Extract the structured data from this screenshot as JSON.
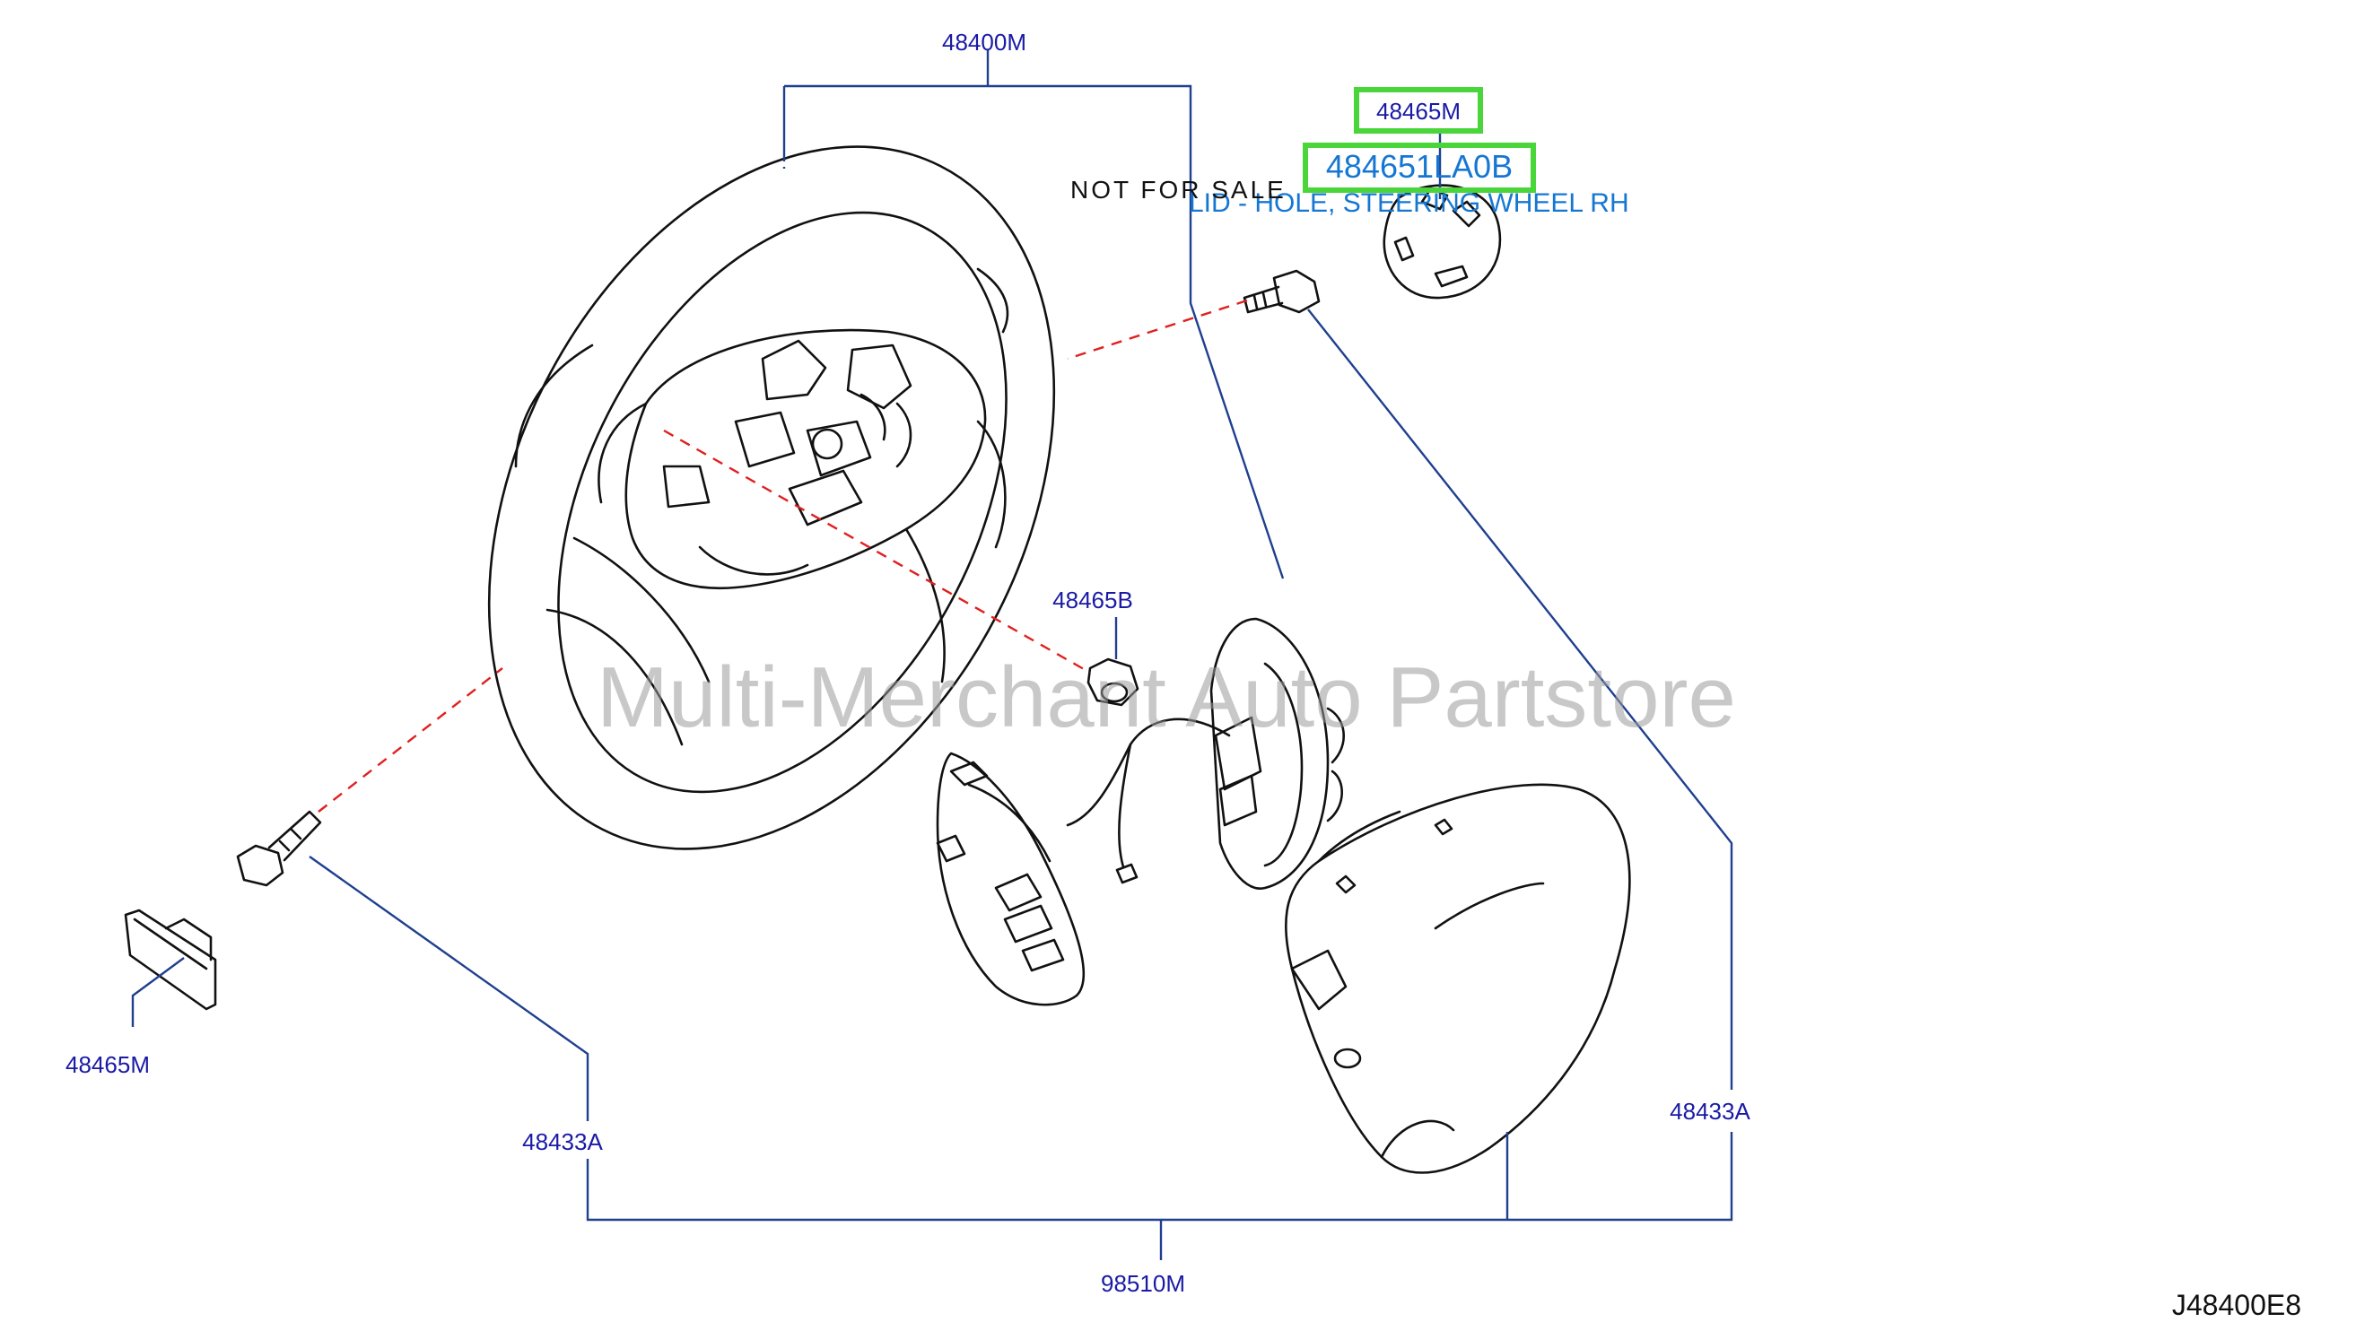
{
  "labels": {
    "top_assembly": "48400M",
    "lid_small": "48465M",
    "lid_part_number": "484651LA0B",
    "lid_description": "LID - HOLE, STEERING WHEEL RH",
    "not_for_sale": "NOT FOR SALE",
    "nut": "48465B",
    "lid_left": "48465M",
    "bolt_left": "48433A",
    "bolt_right": "48433A",
    "airbag": "98510M",
    "diagram_code": "J48400E8"
  },
  "watermark": "Multi-Merchant Auto Partstore",
  "colors": {
    "label_blue": "#1a1aa6",
    "highlight_blue": "#1677d2",
    "leader_navy": "#1f3f8f",
    "dashed_red": "#e02020",
    "highlight_green": "#4ad63a"
  }
}
